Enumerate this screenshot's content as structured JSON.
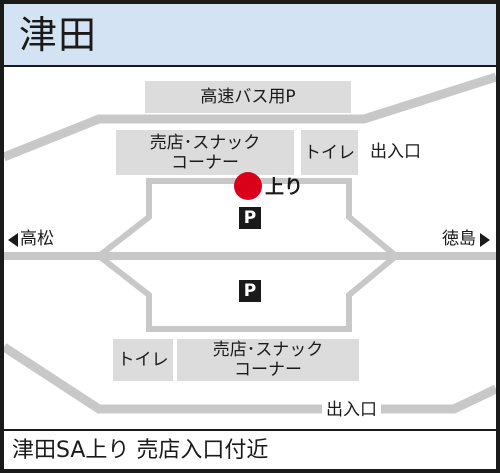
{
  "title": "津田",
  "footer": "津田SA上り 売店入口付近",
  "colors": {
    "header_bg": "#d3e3f3",
    "road": "#c8c8c8",
    "building": "#dcdcdc",
    "marker": "#d90019"
  },
  "map": {
    "bus_parking": "高速バス用P",
    "north_shop_line1": "売店･スナック",
    "north_shop_line2": "コーナー",
    "north_toilet": "トイレ",
    "north_entrance": "出入口",
    "current_location_label": "上り",
    "parking_symbol": "P",
    "west_direction": "高松",
    "east_direction": "徳島",
    "south_toilet": "トイレ",
    "south_shop_line1": "売店･スナック",
    "south_shop_line2": "コーナー",
    "south_entrance": "出入口",
    "icons": [
      "parking-icon",
      "current-location-marker",
      "arrow-left-icon",
      "arrow-right-icon"
    ]
  }
}
